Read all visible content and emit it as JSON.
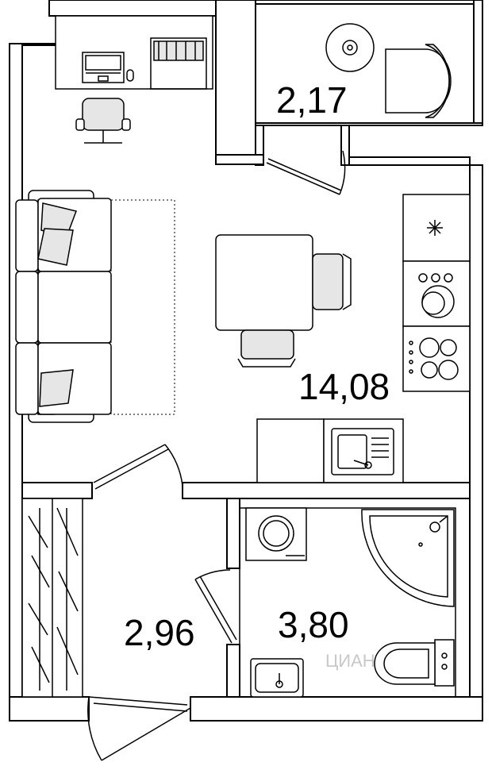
{
  "plan": {
    "rooms": [
      {
        "id": "bathroom-small",
        "area": "2,17"
      },
      {
        "id": "living-room",
        "area": "14,08"
      },
      {
        "id": "hallway",
        "area": "2,96"
      },
      {
        "id": "bathroom",
        "area": "3,80"
      }
    ],
    "watermark": "ЦИАН",
    "colors": {
      "line": "#000000",
      "fill": "#ffffff",
      "accent_fill": "#e6e6e6"
    }
  }
}
